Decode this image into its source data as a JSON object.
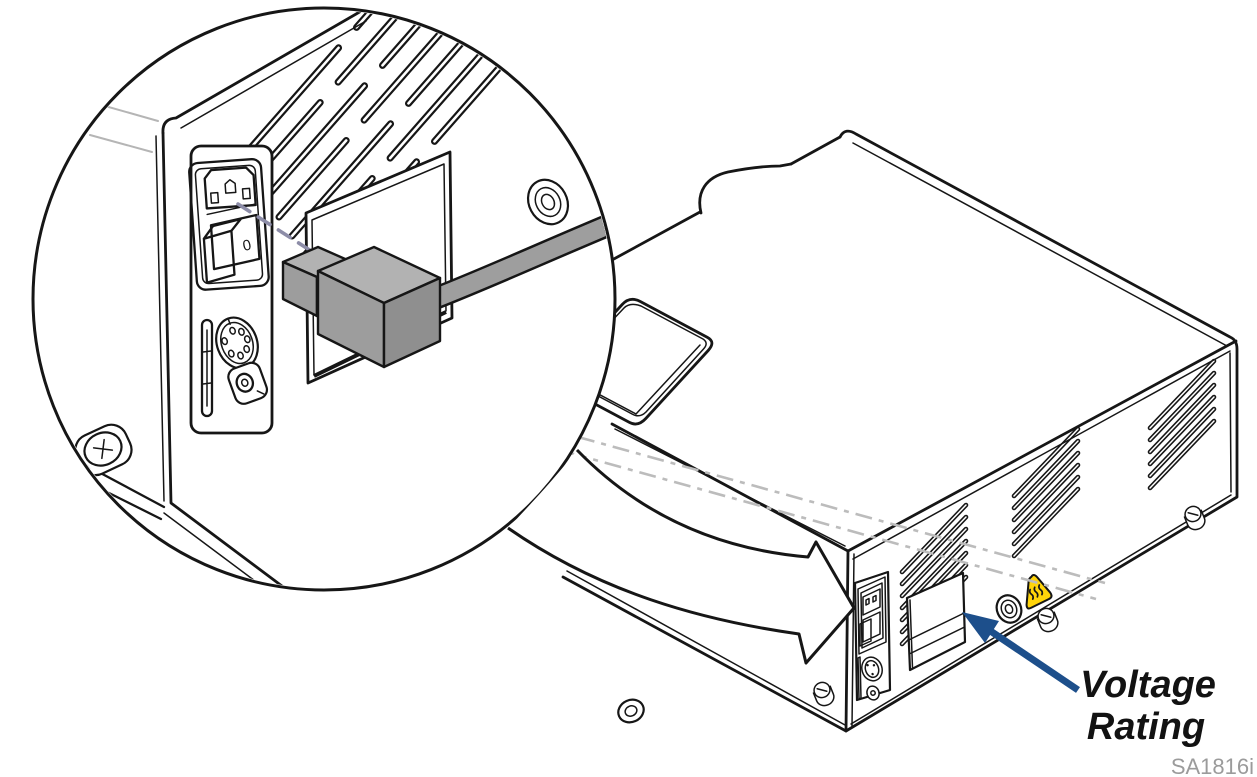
{
  "figure": {
    "annotation": {
      "line1": "Voltage",
      "line2": "Rating"
    },
    "figure_id": "SA1816i",
    "switch_marking": "0",
    "colors": {
      "outline": "#161616",
      "arrow_blue": "#1d4f8b",
      "warning_yellow": "#ffd40a",
      "plug_top": "#b2b2b2",
      "plug_front": "#9d9d9d",
      "plug_side": "#8f8f8f",
      "cable_gray": "#9e9e9e",
      "leader_dash": "#8d8da8",
      "phantom_gray": "#bcbcbc",
      "figure_id_gray": "#9b9b9b",
      "text_black": "#121212"
    }
  }
}
